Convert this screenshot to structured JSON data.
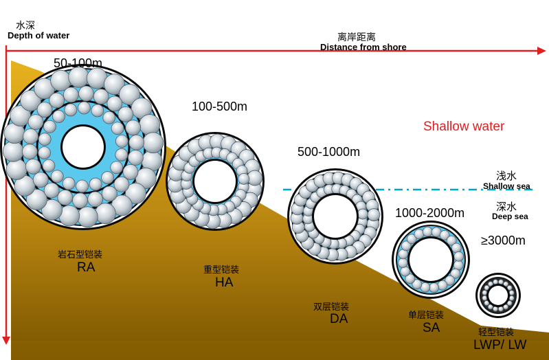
{
  "axes": {
    "depth_cn": "水深",
    "depth_en": "Depth of water",
    "distance_cn": "离岸距离",
    "distance_en": "Distance from shore"
  },
  "zones": {
    "shallow_water": "Shallow water",
    "shallow_sea_cn": "浅水",
    "shallow_sea_en": "Shallow sea",
    "deep_sea_cn": "深水",
    "deep_sea_en": "Deep sea"
  },
  "cables": [
    {
      "depth": "50-100m",
      "type_cn": "岩石型铠装",
      "code": "RA"
    },
    {
      "depth": "100-500m",
      "type_cn": "重型铠装",
      "code": "HA"
    },
    {
      "depth": "500-1000m",
      "type_cn": "双层铠装",
      "code": "DA"
    },
    {
      "depth": "1000-2000m",
      "type_cn": "单层铠装",
      "code": "SA"
    },
    {
      "depth": "≥3000m",
      "type_cn": "轻型铠装",
      "code": "LWP/ LW"
    }
  ],
  "colors": {
    "seabed_light": "#e0ac1c",
    "seabed_dark": "#7a5500",
    "axis": "#e02020",
    "water_line": "#00a6c8",
    "wire_fill": "#b8c2ca",
    "cable_bg": "#5bc8ee"
  }
}
